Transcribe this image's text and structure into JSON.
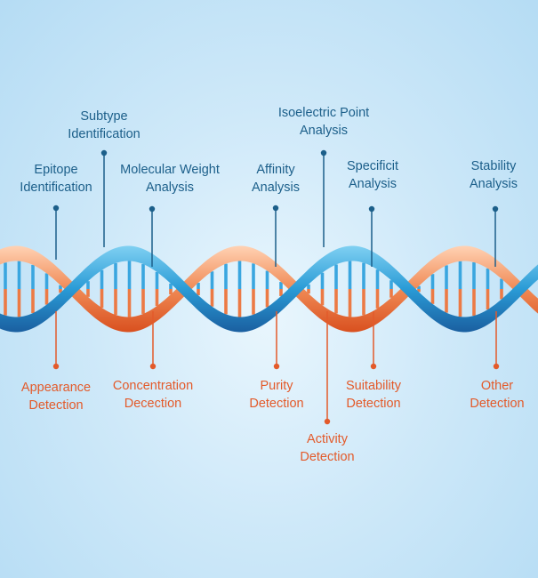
{
  "colors": {
    "background": "#cfe9f9",
    "top_label": "#1c5f8a",
    "bottom_label": "#e35a2a",
    "strand_blue": "#2a9bd6",
    "strand_orange": "#f08a55"
  },
  "top_labels": [
    {
      "line1": "Epitope",
      "line2": "Identification"
    },
    {
      "line1": "Subtype",
      "line2": "Identification"
    },
    {
      "line1": "Molecular Weight",
      "line2": "Analysis"
    },
    {
      "line1": "Affinity",
      "line2": "Analysis"
    },
    {
      "line1": "Isoelectric Point",
      "line2": "Analysis"
    },
    {
      "line1": "Specificit",
      "line2": "Analysis"
    },
    {
      "line1": "Stability",
      "line2": "Analysis"
    }
  ],
  "bottom_labels": [
    {
      "line1": "Appearance",
      "line2": "Detection"
    },
    {
      "line1": "Concentration",
      "line2": "Decection"
    },
    {
      "line1": "Purity",
      "line2": "Detection"
    },
    {
      "line1": "Activity",
      "line2": "Detection"
    },
    {
      "line1": "Suitability",
      "line2": "Detection"
    },
    {
      "line1": "Other",
      "line2": "Detection"
    }
  ]
}
